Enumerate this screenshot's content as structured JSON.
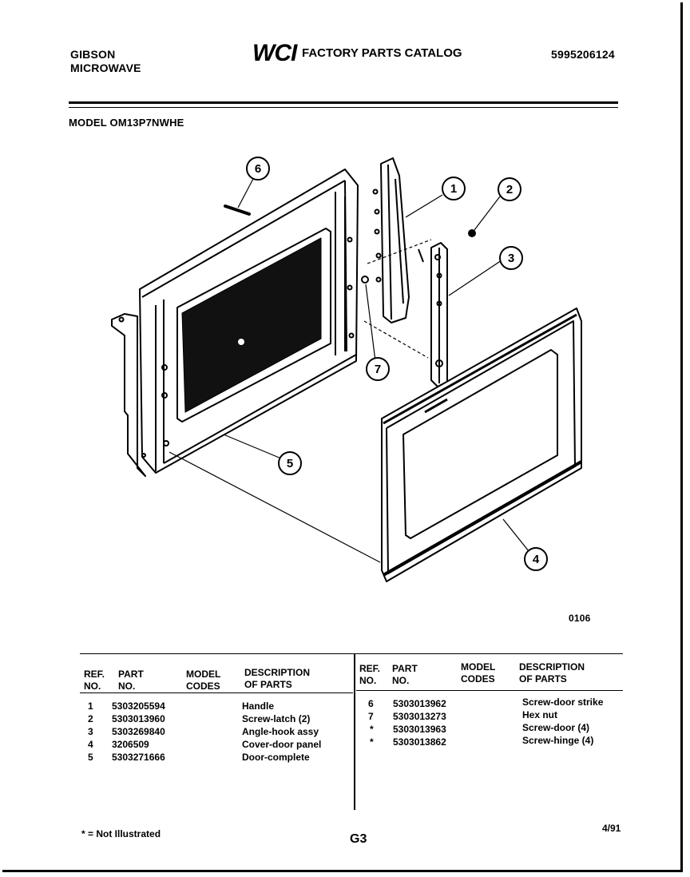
{
  "header": {
    "brand_line1": "GIBSON",
    "brand_line2": "MICROWAVE",
    "logo_text": "WCI",
    "catalog_title": "FACTORY PARTS CATALOG",
    "catalog_number": "5995206124",
    "model_label": "MODEL OM13P7NWHE"
  },
  "diagram": {
    "callouts": [
      "1",
      "2",
      "3",
      "4",
      "5",
      "6",
      "7"
    ],
    "figure_code": "0106"
  },
  "parts_table": {
    "headers": {
      "ref": "REF.\nNO.",
      "part": "PART\nNO.",
      "model": "MODEL\nCODES",
      "desc": "DESCRIPTION\nOF PARTS"
    },
    "left_rows": [
      {
        "ref": "1",
        "part": "5303205594",
        "model": "",
        "desc": "Handle"
      },
      {
        "ref": "2",
        "part": "5303013960",
        "model": "",
        "desc": "Screw-latch (2)"
      },
      {
        "ref": "3",
        "part": "5303269840",
        "model": "",
        "desc": "Angle-hook assy"
      },
      {
        "ref": "4",
        "part": "3206509",
        "model": "",
        "desc": "Cover-door panel"
      },
      {
        "ref": "5",
        "part": "5303271666",
        "model": "",
        "desc": "Door-complete"
      }
    ],
    "right_rows": [
      {
        "ref": "6",
        "part": "5303013962",
        "model": "",
        "desc": "Screw-door strike"
      },
      {
        "ref": "7",
        "part": "5303013273",
        "model": "",
        "desc": "Hex nut"
      },
      {
        "ref": "*",
        "part": "5303013963",
        "model": "",
        "desc": "Screw-door (4)"
      },
      {
        "ref": "*",
        "part": "5303013862",
        "model": "",
        "desc": "Screw-hinge (4)"
      }
    ]
  },
  "footer": {
    "note": "* = Not Illustrated",
    "page_code": "G3",
    "date": "4/91"
  }
}
